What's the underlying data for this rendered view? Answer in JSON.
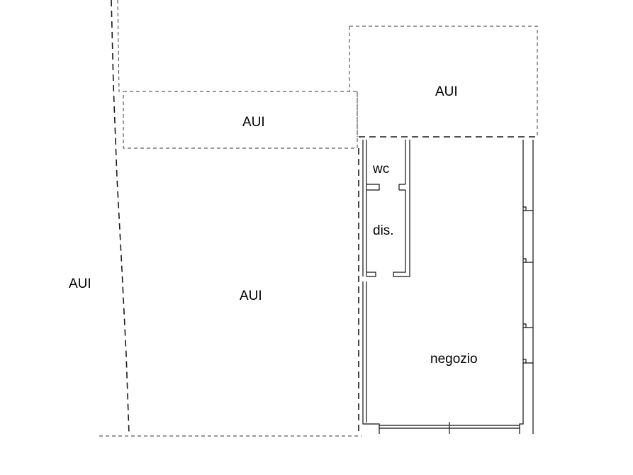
{
  "labels": {
    "aui_left": "AUI",
    "aui_center": "AUI",
    "aui_band": "AUI",
    "aui_top_right": "AUI",
    "wc": "wc",
    "dis": "dis.",
    "negozio": "negozio"
  }
}
